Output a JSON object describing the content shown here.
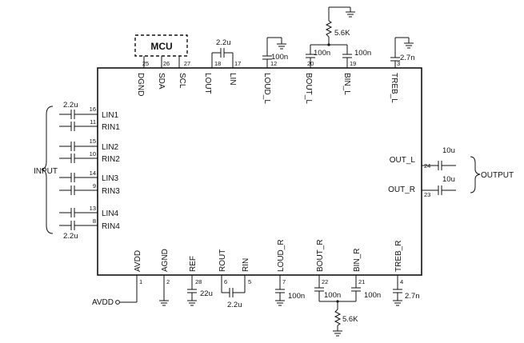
{
  "mcu": {
    "label": "MCU"
  },
  "groups": {
    "input": "INPUT",
    "output": "OUTPUT"
  },
  "nets": {
    "avdd": "AVDD"
  },
  "caps": {
    "input_top": "2.2u",
    "input_bottom": "2.2u",
    "output_top": "10u",
    "output_bottom": "10u",
    "lout_lin": "2.2u",
    "loud_l": "100n",
    "bout_l": "100n",
    "bin_l": "100n",
    "res_top": "5.6K",
    "treb_l": "2.7n",
    "ref": "22u",
    "rout_rin": "2.2u",
    "loud_r": "100n",
    "bout_r": "100n",
    "bin_r": "100n",
    "res_bottom": "5.6K",
    "treb_r": "2.7n"
  },
  "pins_left": [
    {
      "label": "LIN1",
      "num": "16"
    },
    {
      "label": "RIN1",
      "num": "11"
    },
    {
      "label": "LIN2",
      "num": "15"
    },
    {
      "label": "RIN2",
      "num": "10"
    },
    {
      "label": "LIN3",
      "num": "14"
    },
    {
      "label": "RIN3",
      "num": "9"
    },
    {
      "label": "LIN4",
      "num": "13"
    },
    {
      "label": "RIN4",
      "num": "8"
    }
  ],
  "pins_right": [
    {
      "label": "OUT_L",
      "num": "24"
    },
    {
      "label": "OUT_R",
      "num": "23"
    }
  ],
  "pins_top": [
    {
      "label": "DGND",
      "num": "25"
    },
    {
      "label": "SDA",
      "num": "26"
    },
    {
      "label": "SCL",
      "num": "27"
    },
    {
      "label": "LOUT",
      "num": "18"
    },
    {
      "label": "LIN",
      "num": "17"
    },
    {
      "label": "LOUD_L",
      "num": "12"
    },
    {
      "label": "BOUT_L",
      "num": "20"
    },
    {
      "label": "BIN_L",
      "num": "19"
    },
    {
      "label": "TREB_L",
      "num": "3"
    }
  ],
  "pins_bottom": [
    {
      "label": "AVDD",
      "num": "1"
    },
    {
      "label": "AGND",
      "num": "2"
    },
    {
      "label": "REF",
      "num": "28"
    },
    {
      "label": "ROUT",
      "num": "6"
    },
    {
      "label": "RIN",
      "num": "5"
    },
    {
      "label": "LOUD_R",
      "num": "7"
    },
    {
      "label": "BOUT_R",
      "num": "22"
    },
    {
      "label": "BIN_R",
      "num": "21"
    },
    {
      "label": "TREB_R",
      "num": "4"
    }
  ]
}
